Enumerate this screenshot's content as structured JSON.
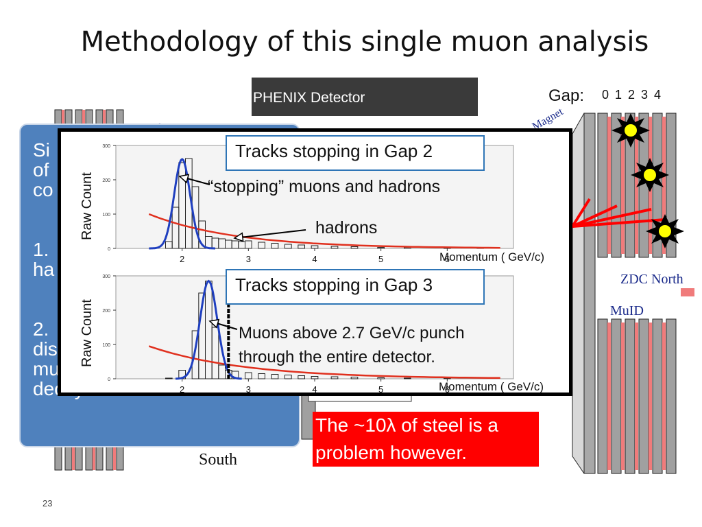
{
  "slide": {
    "title": "Methodology of this single muon analysis",
    "page_number": "23"
  },
  "detector_label": "PHENIX Detector",
  "gap": {
    "label": "Gap:",
    "numbers": "0 1 2 3 4"
  },
  "diagram_labels": {
    "magnet": "Magnet",
    "zdc": "ZDC North",
    "muid": "MuID",
    "south": "South"
  },
  "blue_box": {
    "lines": [
      "Si",
      "of",
      "co",
      "",
      "1.",
      "ha",
      "",
      "2.",
      "dis",
      "mu",
      "decay"
    ]
  },
  "overlay": {
    "gap2_title": "Tracks stopping in Gap 2",
    "gap3_title": "Tracks stopping in Gap 3",
    "annot_stopping": "“stopping” muons and hadrons",
    "annot_hadrons": "hadrons",
    "annot_punch_1": "Muons above 2.7 GeV/c punch",
    "annot_punch_2": "through the entire detector.",
    "ylabel": "Raw Count",
    "xlabel": "Momentum ( GeV/c)"
  },
  "callout": {
    "line1": "The ~10λ of steel is a",
    "line2": "problem however."
  },
  "colors": {
    "blue_box": "#4f81bd",
    "callout": "#ff0000",
    "fit_gauss": "#1f3fbf",
    "fit_exp": "#e0301e",
    "track_box_border": "#2e75b6"
  },
  "chart_data": [
    {
      "type": "bar",
      "title": "Tracks stopping in Gap 2",
      "xlabel": "Momentum ( GeV/c)",
      "ylabel": "Raw Count",
      "x_ticks": [
        "2",
        "3",
        "4",
        "5",
        "6"
      ],
      "y_ticks": [
        "0",
        "100",
        "200",
        "300"
      ],
      "xlim": [
        1.0,
        7.0
      ],
      "ylim": [
        0,
        300
      ],
      "x": [
        1.8,
        1.9,
        2.0,
        2.1,
        2.2,
        2.3,
        2.4,
        2.5,
        2.6,
        2.7,
        2.8,
        2.9,
        3.0,
        3.2,
        3.4,
        3.6,
        3.8,
        4.0,
        4.3,
        4.6,
        5.0,
        5.4,
        6.0,
        6.5
      ],
      "values": [
        20,
        120,
        250,
        262,
        180,
        80,
        35,
        30,
        28,
        24,
        22,
        20,
        22,
        18,
        15,
        12,
        10,
        8,
        6,
        5,
        3,
        3,
        2,
        1
      ],
      "fit_peak": 2.0,
      "fit_sigma": 0.12,
      "fit_amplitude": 260,
      "exp_start": 100,
      "exp_decay": 0.55
    },
    {
      "type": "bar",
      "title": "Tracks stopping in Gap 3",
      "xlabel": "Momentum ( GeV/c)",
      "ylabel": "Raw Count",
      "x_ticks": [
        "2",
        "3",
        "4",
        "5",
        "6"
      ],
      "y_ticks": [
        "0",
        "100",
        "200",
        "300"
      ],
      "xlim": [
        1.0,
        7.0
      ],
      "ylim": [
        0,
        300
      ],
      "cutoff": 2.7,
      "x": [
        1.8,
        2.0,
        2.2,
        2.3,
        2.4,
        2.5,
        2.6,
        2.7,
        2.8,
        3.0,
        3.2,
        3.4,
        3.6,
        3.8,
        4.0,
        4.3,
        4.6,
        5.0,
        5.4,
        6.0
      ],
      "values": [
        2,
        25,
        140,
        250,
        285,
        150,
        40,
        25,
        22,
        18,
        15,
        13,
        11,
        9,
        7,
        6,
        5,
        3,
        2,
        1
      ],
      "fit_peak": 2.4,
      "fit_sigma": 0.13,
      "fit_amplitude": 285,
      "exp_start": 95,
      "exp_decay": 0.5
    }
  ]
}
